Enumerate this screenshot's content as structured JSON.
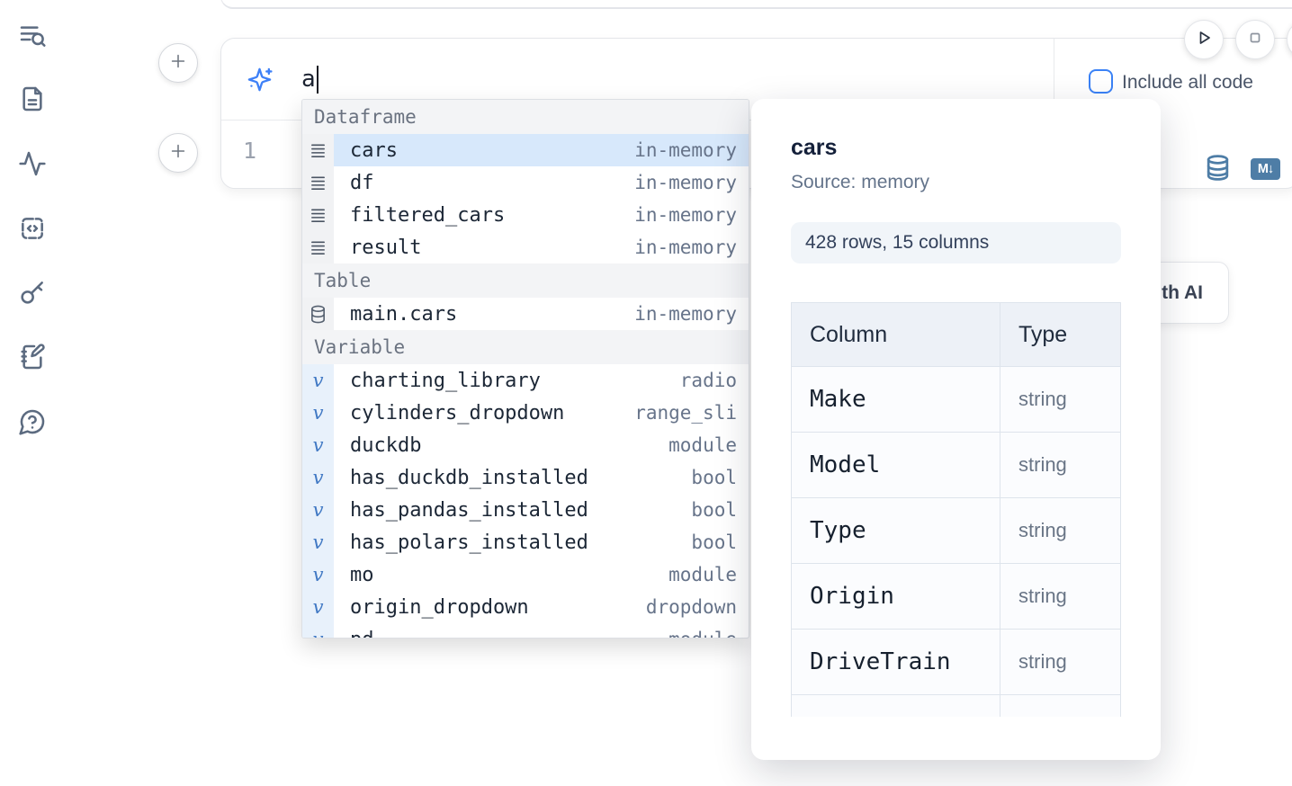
{
  "sidebar": {
    "items": [
      {
        "icon": "list-search-icon"
      },
      {
        "icon": "file-text-icon"
      },
      {
        "icon": "activity-icon"
      },
      {
        "icon": "code-snippets-icon"
      },
      {
        "icon": "key-icon"
      },
      {
        "icon": "notebook-pen-icon"
      },
      {
        "icon": "help-chat-icon"
      }
    ]
  },
  "cell": {
    "prompt_value": "a",
    "line_number": "1",
    "include_all_code_label": "Include all code"
  },
  "autocomplete": {
    "sections": [
      {
        "label": "Dataframe",
        "kind": "dataframe",
        "items": [
          {
            "name": "cars",
            "type": "in-memory",
            "selected": true
          },
          {
            "name": "df",
            "type": "in-memory"
          },
          {
            "name": "filtered_cars",
            "type": "in-memory"
          },
          {
            "name": "result",
            "type": "in-memory"
          }
        ]
      },
      {
        "label": "Table",
        "kind": "table",
        "items": [
          {
            "name": "main.cars",
            "type": "in-memory"
          }
        ]
      },
      {
        "label": "Variable",
        "kind": "variable",
        "items": [
          {
            "name": "charting_library",
            "type": "radio"
          },
          {
            "name": "cylinders_dropdown",
            "type": "range_sli"
          },
          {
            "name": "duckdb",
            "type": "module"
          },
          {
            "name": "has_duckdb_installed",
            "type": "bool"
          },
          {
            "name": "has_pandas_installed",
            "type": "bool"
          },
          {
            "name": "has_polars_installed",
            "type": "bool"
          },
          {
            "name": "mo",
            "type": "module"
          },
          {
            "name": "origin_dropdown",
            "type": "dropdown"
          },
          {
            "name": "pd",
            "type": "module"
          }
        ]
      }
    ]
  },
  "preview": {
    "title": "cars",
    "source_label": "Source: memory",
    "shape_label": "428 rows, 15 columns",
    "columns_header": [
      "Column",
      "Type"
    ],
    "rows": [
      {
        "column": "Make",
        "type": "string"
      },
      {
        "column": "Model",
        "type": "string"
      },
      {
        "column": "Type",
        "type": "string"
      },
      {
        "column": "Origin",
        "type": "string"
      },
      {
        "column": "DriveTrain",
        "type": "string"
      },
      {
        "column": "",
        "type": ""
      }
    ]
  },
  "ai_button_label": "Generate with AI",
  "colors": {
    "accent_blue": "#3b82f6",
    "steel_blue": "#4e7da6",
    "selection_bg": "#d7e8fb",
    "icon_slate": "#5c6b80"
  }
}
